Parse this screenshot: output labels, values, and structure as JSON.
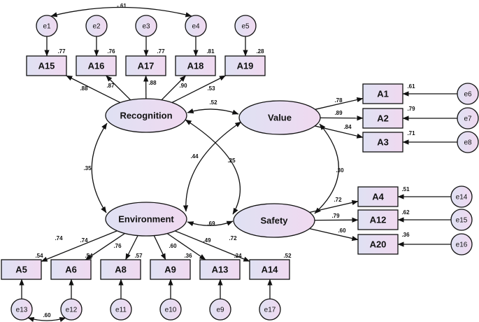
{
  "colors": {
    "node_fill_start": "#dfe1f3",
    "node_fill_end": "#f0d9f0",
    "stroke": "#111111"
  },
  "latents": [
    {
      "id": "recognition",
      "label": "Recognition"
    },
    {
      "id": "value",
      "label": "Value"
    },
    {
      "id": "environment",
      "label": "Environment"
    },
    {
      "id": "safety",
      "label": "Safety"
    }
  ],
  "indicators": [
    {
      "id": "A15",
      "label": "A15",
      "r2": ".77",
      "loading": ".88",
      "error": "e1",
      "factor": "recognition"
    },
    {
      "id": "A16",
      "label": "A16",
      "r2": ".76",
      "loading": ".87",
      "error": "e2",
      "factor": "recognition"
    },
    {
      "id": "A17",
      "label": "A17",
      "r2": ".77",
      "loading": ".88",
      "error": "e3",
      "factor": "recognition"
    },
    {
      "id": "A18",
      "label": "A18",
      "r2": ".81",
      "loading": ".90",
      "error": "e4",
      "factor": "recognition"
    },
    {
      "id": "A19",
      "label": "A19",
      "r2": ".28",
      "loading": ".53",
      "error": "e5",
      "factor": "recognition"
    },
    {
      "id": "A1",
      "label": "A1",
      "r2": ".61",
      "loading": ".78",
      "error": "e6",
      "factor": "value"
    },
    {
      "id": "A2",
      "label": "A2",
      "r2": ".79",
      "loading": ".89",
      "error": "e7",
      "factor": "value"
    },
    {
      "id": "A3",
      "label": "A3",
      "r2": ".71",
      "loading": ".84",
      "error": "e8",
      "factor": "value"
    },
    {
      "id": "A4",
      "label": "A4",
      "r2": ".51",
      "loading": ".72",
      "error": "e14",
      "factor": "safety"
    },
    {
      "id": "A12",
      "label": "A12",
      "r2": ".62",
      "loading": ".79",
      "error": "e15",
      "factor": "safety"
    },
    {
      "id": "A20",
      "label": "A20",
      "r2": ".36",
      "loading": ".60",
      "error": "e16",
      "factor": "safety"
    },
    {
      "id": "A5",
      "label": "A5",
      "r2": ".54",
      "loading": ".74",
      "error": "e13",
      "factor": "environment"
    },
    {
      "id": "A6",
      "label": "A6",
      "r2": ".54",
      "loading": ".74",
      "error": "e12",
      "factor": "environment"
    },
    {
      "id": "A8",
      "label": "A8",
      "r2": ".57",
      "loading": ".76",
      "error": "e11",
      "factor": "environment"
    },
    {
      "id": "A9",
      "label": "A9",
      "r2": ".36",
      "loading": ".60",
      "error": "e10",
      "factor": "environment"
    },
    {
      "id": "A13",
      "label": "A13",
      "r2": ".24",
      "loading": ".49",
      "error": "e9",
      "factor": "environment"
    },
    {
      "id": "A14",
      "label": "A14",
      "r2": ".52",
      "loading": ".72",
      "error": "e17",
      "factor": "environment"
    }
  ],
  "latent_correlations": [
    {
      "id": "rec-val",
      "from": "recognition",
      "to": "value",
      "label": ".52"
    },
    {
      "id": "rec-env",
      "from": "recognition",
      "to": "environment",
      "label": ".35"
    },
    {
      "id": "rec-saf",
      "from": "recognition",
      "to": "safety",
      "label": ".25"
    },
    {
      "id": "val-env",
      "from": "value",
      "to": "environment",
      "label": ".44"
    },
    {
      "id": "val-saf",
      "from": "value",
      "to": "safety",
      "label": ".30"
    },
    {
      "id": "env-saf",
      "from": "environment",
      "to": "safety",
      "label": ".69"
    }
  ],
  "error_correlations": [
    {
      "id": "e1-e4",
      "from": "e1",
      "to": "e4",
      "label": "-.61"
    },
    {
      "id": "e13-e12",
      "from": "e13",
      "to": "e12",
      "label": ".60"
    }
  ]
}
